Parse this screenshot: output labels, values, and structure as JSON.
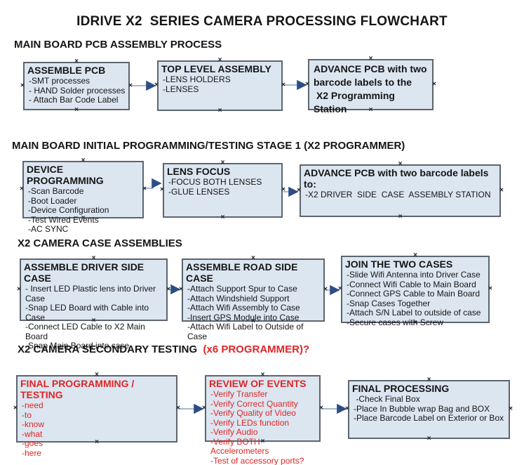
{
  "title": "IDRIVE X2  SERIES CAMERA PROCESSING FLOWCHART",
  "colors": {
    "box_fill": "#dce6f1",
    "box_border": "#5d656e",
    "arrow_line": "#8aa2c0",
    "arrow_head": "#2e4d86",
    "red_text": "#e02525",
    "black_text": "#151515"
  },
  "sections": [
    {
      "heading": "MAIN BOARD PCB ASSEMBLY PROCESS",
      "boxes": [
        {
          "title": "ASSEMBLE PCB",
          "items": [
            "-SMT processes",
            "- HAND Solder processes",
            "- Attach Bar Code Label"
          ]
        },
        {
          "title": "TOP LEVEL ASSEMBLY",
          "items": [
            "-LENS HOLDERS",
            "-LENSES"
          ]
        },
        {
          "title": "",
          "items": [
            "ADVANCE PCB with two",
            "barcode labels to the",
            " X2 Programming Station"
          ]
        }
      ]
    },
    {
      "heading": "MAIN BOARD INITIAL PROGRAMMING/TESTING STAGE 1 (X2 PROGRAMMER)",
      "boxes": [
        {
          "title": "DEVICE PROGRAMMING",
          "items": [
            "-Scan Barcode",
            "-Boot Loader",
            "-Device Configuration",
            "-Test Wired Events",
            "-AC SYNC"
          ]
        },
        {
          "title": "LENS FOCUS",
          "items": [
            "-FOCUS BOTH LENSES",
            "-GLUE LENSES"
          ]
        },
        {
          "title": "ADVANCE PCB with two barcode labels to:",
          "items": [
            "-X2 DRIVER  SIDE  CASE  ASSEMBLY STATION"
          ]
        }
      ]
    },
    {
      "heading": "X2 CAMERA CASE ASSEMBLIES",
      "boxes": [
        {
          "title": "ASSEMBLE DRIVER SIDE CASE",
          "items": [
            "- Insert LED Plastic lens into Driver Case",
            "-Snap LED Board with Cable into Case",
            "-Connect LED Cable to X2 Main Board",
            "-Snap Main Board into case"
          ]
        },
        {
          "title": "ASSEMBLE ROAD SIDE CASE",
          "items": [
            "-Attach Support Spur to Case",
            "-Attach Windshield Support",
            "-Attach Wifi Assembly to Case",
            "-Insert GPS Module into Case",
            "-Attach Wifi Label to Outside of Case"
          ]
        },
        {
          "title": "JOIN THE TWO CASES",
          "items": [
            "-Slide Wifi Antenna into Driver Case",
            "-Connect Wifi Cable to Main Board",
            "-Connect GPS Cable to Main Board",
            "-Snap Cases Together",
            "-Attach S/N Label to outside of case",
            "-Secure cases with Screw"
          ]
        }
      ]
    },
    {
      "heading": "X2 CAMERA SECONDARY TESTING ",
      "heading_red": " (x6 PROGRAMMER)?",
      "boxes": [
        {
          "title": "FINAL PROGRAMMING / TESTING",
          "items": [
            "-need",
            "-to",
            "-know",
            "-what",
            "-goes",
            "-here"
          ]
        },
        {
          "title": "REVIEW OF EVENTS",
          "items": [
            "-Verify Transfer",
            "-Verify Correct Quantity",
            "-Verify Quality of Video",
            "-Verify LEDs function",
            "-Verify Audio",
            "-Verify BOTH Accelerometers",
            "-Test of accessory ports?"
          ]
        },
        {
          "title": "FINAL PROCESSING",
          "items": [
            " -Check Final Box",
            "-Place In Bubble wrap Bag and BOX",
            "-Place Barcode Label on Exterior or Box"
          ]
        }
      ]
    }
  ]
}
